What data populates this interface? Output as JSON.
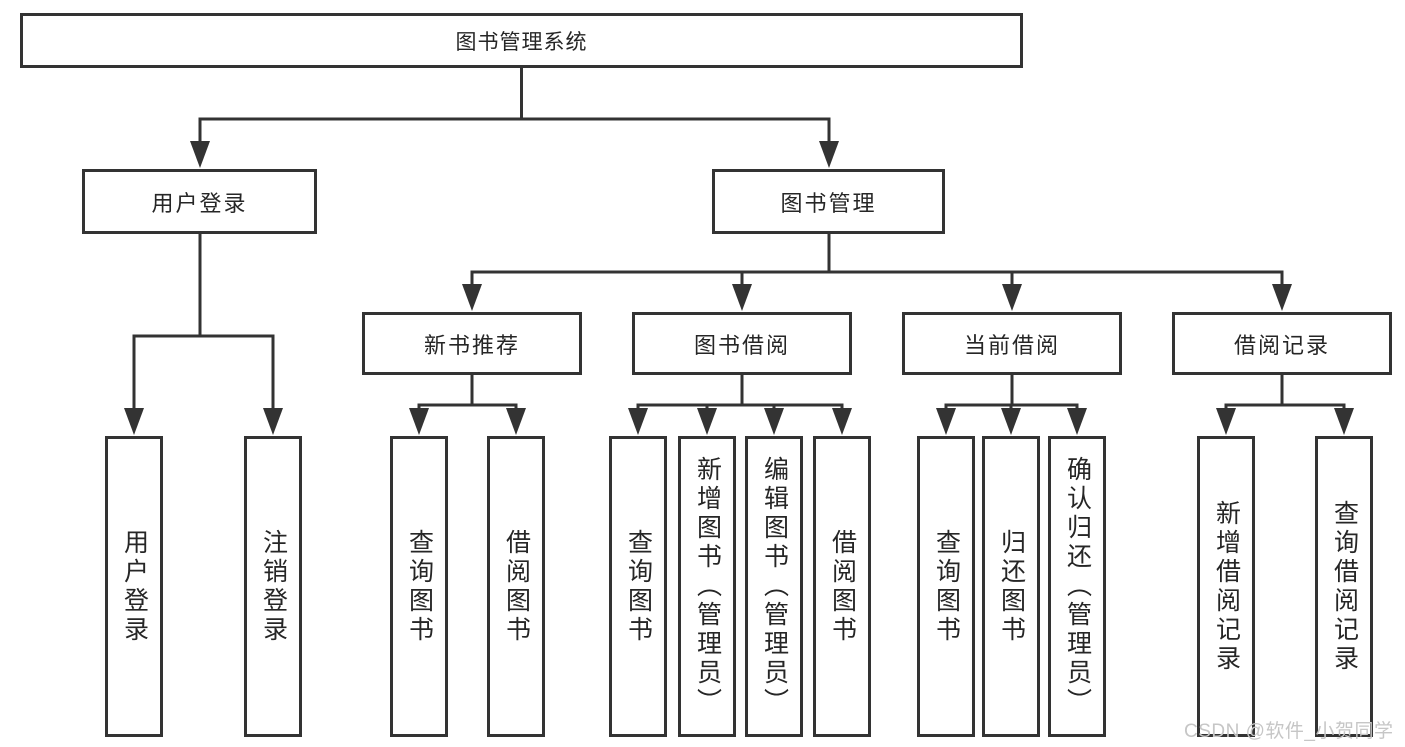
{
  "diagram": {
    "root": {
      "label": "图书管理系统"
    },
    "level2": [
      {
        "id": "user-login",
        "label": "用户登录"
      },
      {
        "id": "book-management",
        "label": "图书管理"
      }
    ],
    "level3": [
      {
        "id": "new-book-recommend",
        "label": "新书推荐",
        "parent": "图书管理"
      },
      {
        "id": "book-borrow",
        "label": "图书借阅",
        "parent": "图书管理"
      },
      {
        "id": "current-borrow",
        "label": "当前借阅",
        "parent": "图书管理"
      },
      {
        "id": "borrow-records",
        "label": "借阅记录",
        "parent": "图书管理"
      }
    ],
    "leaves": [
      {
        "id": "user-login-leaf",
        "label": "用户登录",
        "parent": "用户登录"
      },
      {
        "id": "logout",
        "label": "注销登录",
        "parent": "用户登录"
      },
      {
        "id": "query-books-recommend",
        "label": "查询图书",
        "parent": "新书推荐"
      },
      {
        "id": "borrow-books-recommend",
        "label": "借阅图书",
        "parent": "新书推荐"
      },
      {
        "id": "query-books-borrow",
        "label": "查询图书",
        "parent": "图书借阅"
      },
      {
        "id": "add-books-admin",
        "label": "新增图书（管理员）",
        "parent": "图书借阅"
      },
      {
        "id": "edit-books-admin",
        "label": "编辑图书（管理员）",
        "parent": "图书借阅"
      },
      {
        "id": "borrow-books",
        "label": "借阅图书",
        "parent": "图书借阅"
      },
      {
        "id": "query-books-current",
        "label": "查询图书",
        "parent": "当前借阅"
      },
      {
        "id": "return-books",
        "label": "归还图书",
        "parent": "当前借阅"
      },
      {
        "id": "confirm-return-admin",
        "label": "确认归还（管理员）",
        "parent": "当前借阅"
      },
      {
        "id": "add-borrow-record",
        "label": "新增借阅记录",
        "parent": "借阅记录"
      },
      {
        "id": "query-borrow-record",
        "label": "查询借阅记录",
        "parent": "借阅记录"
      }
    ],
    "watermark": "CSDN @软件_小贺同学",
    "colors": {
      "line": "#333333",
      "border": "#333333",
      "fill": "#ffffff",
      "text": "#262626",
      "watermark": "#c6c6c6",
      "background": "#ffffff"
    }
  }
}
